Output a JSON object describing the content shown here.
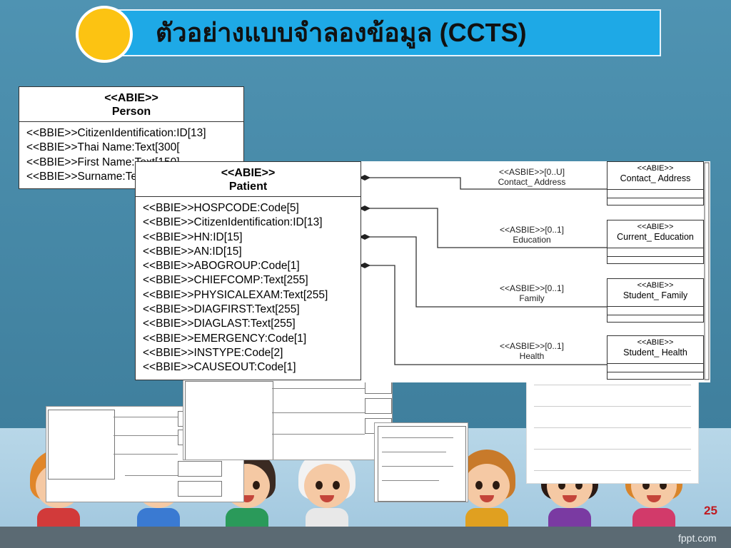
{
  "slide": {
    "title": "ตัวอย่างแบบจำลองข้อมูล (CCTS)",
    "page_number": "25",
    "footer": "fppt.com"
  },
  "person": {
    "stereotype": "<<ABIE>>",
    "name": "Person",
    "attributes": [
      "<<BBIE>>CitizenIdentification:ID[13]",
      "<<BBIE>>Thai Name:Text[300[",
      "<<BBIE>>First Name:Text[150]",
      "<<BBIE>>Surname:Text[150]"
    ]
  },
  "patient": {
    "stereotype": "<<ABIE>>",
    "name": "Patient",
    "attributes": [
      "<<BBIE>>HOSPCODE:Code[5]",
      "<<BBIE>>CitizenIdentification:ID[13]",
      "<<BBIE>>HN:ID[15]",
      "<<BBIE>>AN:ID[15]",
      "<<BBIE>>ABOGROUP:Code[1]",
      "<<BBIE>>CHIEFCOMP:Text[255]",
      "<<BBIE>>PHYSICALEXAM:Text[255]",
      "<<BBIE>>DIAGFIRST:Text[255]",
      "<<BBIE>>DIAGLAST:Text[255]",
      "<<BBIE>>EMERGENCY:Code[1]",
      "<<BBIE>>INSTYPE:Code[2]",
      "<<BBIE>>CAUSEOUT:Code[1]"
    ]
  },
  "associations": [
    {
      "stereotype": "<<ASBIE>>[0..U]",
      "role": "Contact_ Address",
      "target_stereotype": "<<ABIE>>",
      "target_name": "Contact_ Address"
    },
    {
      "stereotype": "<<ASBIE>>[0..1]",
      "role": "Education",
      "target_stereotype": "<<ABIE>>",
      "target_name": "Current_ Education"
    },
    {
      "stereotype": "<<ASBIE>>[0..1]",
      "role": "Family",
      "target_stereotype": "<<ABIE>>",
      "target_name": "Student_ Family"
    },
    {
      "stereotype": "<<ASBIE>>[0..1]",
      "role": "Health",
      "target_stereotype": "<<ABIE>>",
      "target_name": "Student_ Health"
    }
  ],
  "colors": {
    "background": "#4a8aa8",
    "title_bar": "#1ea9e6",
    "title_circle": "#fcc312",
    "page_number": "#c0191f"
  }
}
